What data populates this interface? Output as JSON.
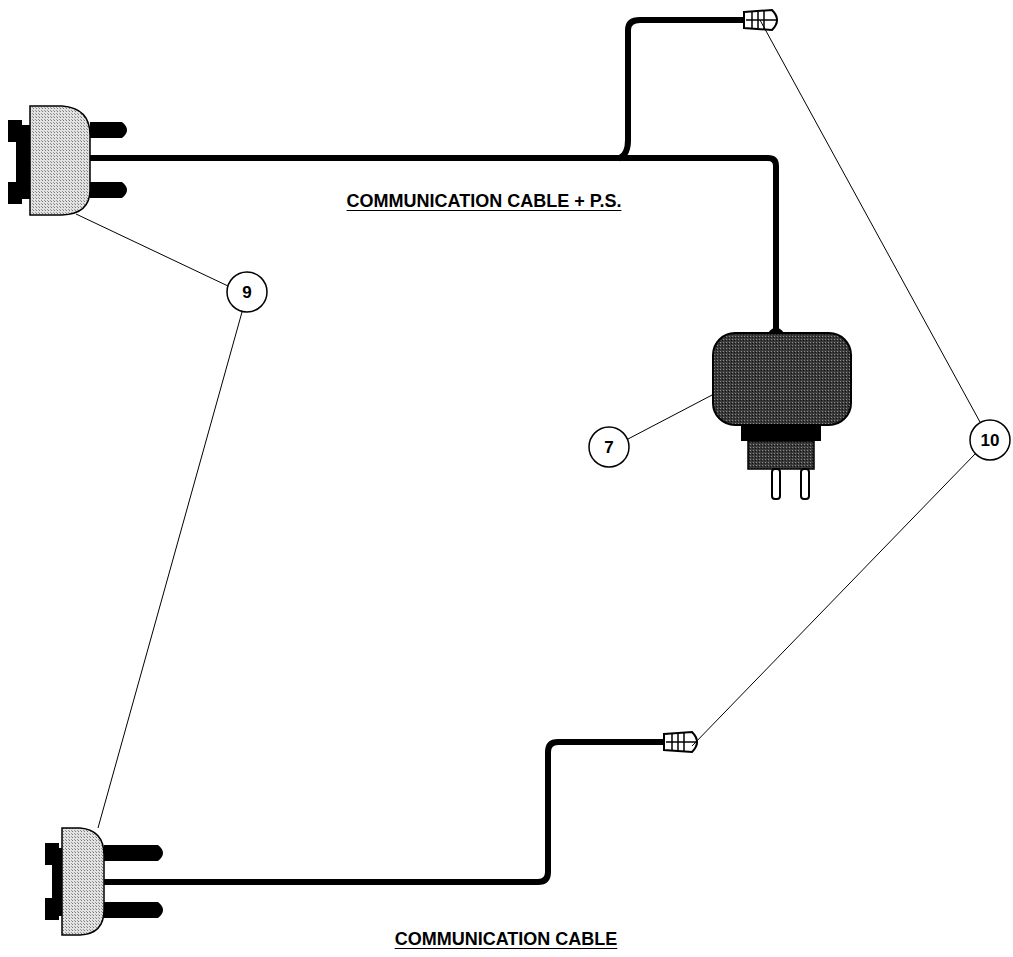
{
  "diagram": {
    "labels": [
      "COMMUNICATION CABLE + P.S.",
      "9",
      "7",
      "10",
      "COMMUNICATION CABLE"
    ]
  }
}
